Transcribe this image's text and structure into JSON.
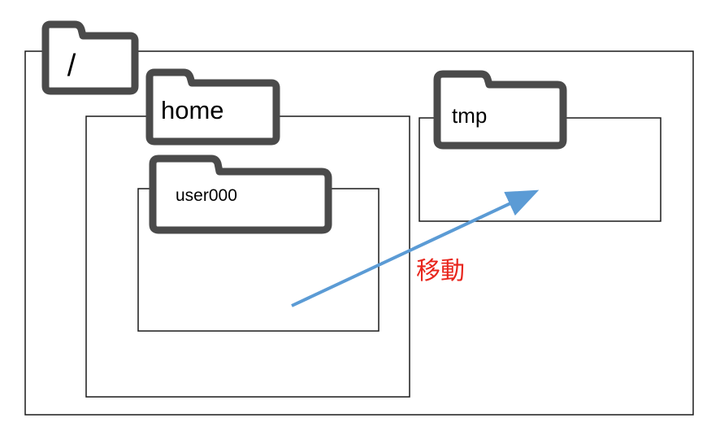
{
  "folders": {
    "root": {
      "label": "/"
    },
    "home": {
      "label": "home"
    },
    "user000": {
      "label": "user000"
    },
    "tmp": {
      "label": "tmp"
    }
  },
  "arrow": {
    "label": "移動",
    "label_color": "#e8251c",
    "line_color": "#5b9bd5"
  },
  "colors": {
    "folder_outline": "#4a4a4a",
    "box_border": "#1a1a1a"
  }
}
